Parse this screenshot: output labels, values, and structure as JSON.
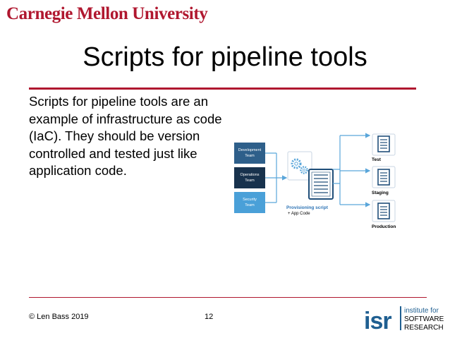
{
  "header": {
    "logo_text": "Carnegie Mellon University"
  },
  "slide": {
    "title": "Scripts for pipeline tools",
    "body": "Scripts for pipeline tools are an example of infrastructure as code (IaC). They should be version controlled and tested just like application code."
  },
  "diagram": {
    "teams": [
      {
        "line1": "Development",
        "line2": "Team",
        "color": "#2e5f8a"
      },
      {
        "line1": "Operations",
        "line2": "Team",
        "color": "#18324d"
      },
      {
        "line1": "Security",
        "line2": "Team",
        "color": "#4aa0d8"
      }
    ],
    "gear_icon": "gears-icon",
    "script_icon": "script-document-icon",
    "script_label": "Provisioning script",
    "script_sublabel": "+ App Code",
    "environments": [
      "Test",
      "Staging",
      "Production"
    ],
    "colors": {
      "arrow": "#5aa6da",
      "icon": "#1f4e79",
      "label_blue": "#2e74b5"
    }
  },
  "footer": {
    "copyright": "© Len Bass 2019",
    "page_number": "12",
    "isr_logo_letters": "isr",
    "isr_text_line1": "institute for",
    "isr_text_line2": "SOFTWARE",
    "isr_text_line3": "RESEARCH"
  }
}
